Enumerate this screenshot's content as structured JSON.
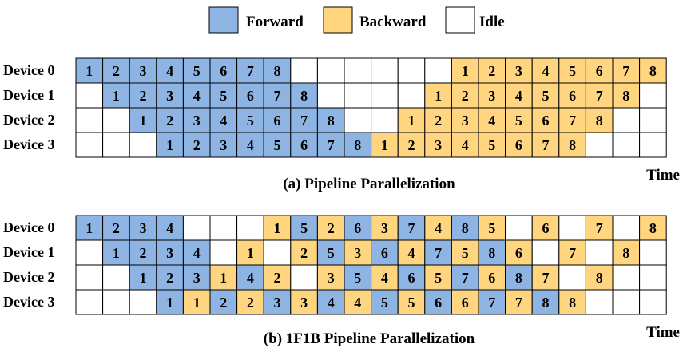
{
  "legend": [
    {
      "label": "Forward",
      "color": "#8EB4E3"
    },
    {
      "label": "Backward",
      "color": "#FFD580"
    },
    {
      "label": "Idle",
      "color": "#FFFFFF"
    }
  ],
  "time_label": "Time",
  "panels": [
    {
      "caption": "(a) Pipeline Parallelization",
      "rows": [
        {
          "device": "Device 0",
          "cells": [
            "F1",
            "F2",
            "F3",
            "F4",
            "F5",
            "F6",
            "F7",
            "F8",
            "",
            "",
            "",
            "",
            "",
            "",
            "B1",
            "B2",
            "B3",
            "B4",
            "B5",
            "B6",
            "B7",
            "B8"
          ]
        },
        {
          "device": "Device 1",
          "cells": [
            "",
            "F1",
            "F2",
            "F3",
            "F4",
            "F5",
            "F6",
            "F7",
            "F8",
            "",
            "",
            "",
            "",
            "B1",
            "B2",
            "B3",
            "B4",
            "B5",
            "B6",
            "B7",
            "B8",
            ""
          ]
        },
        {
          "device": "Device 2",
          "cells": [
            "",
            "",
            "F1",
            "F2",
            "F3",
            "F4",
            "F5",
            "F6",
            "F7",
            "F8",
            "",
            "",
            "B1",
            "B2",
            "B3",
            "B4",
            "B5",
            "B6",
            "B7",
            "B8",
            "",
            ""
          ]
        },
        {
          "device": "Device 3",
          "cells": [
            "",
            "",
            "",
            "F1",
            "F2",
            "F3",
            "F4",
            "F5",
            "F6",
            "F7",
            "F8",
            "B1",
            "B2",
            "B3",
            "B4",
            "B5",
            "B6",
            "B7",
            "B8",
            "",
            "",
            ""
          ]
        }
      ]
    },
    {
      "caption": "(b) 1F1B Pipeline Parallelization",
      "rows": [
        {
          "device": "Device 0",
          "cells": [
            "F1",
            "F2",
            "F3",
            "F4",
            "",
            "",
            "",
            "B1",
            "F5",
            "B2",
            "F6",
            "B3",
            "F7",
            "B4",
            "F8",
            "B5",
            "",
            "B6",
            "",
            "B7",
            "",
            "B8"
          ]
        },
        {
          "device": "Device 1",
          "cells": [
            "",
            "F1",
            "F2",
            "F3",
            "F4",
            "",
            "B1",
            "",
            "B2",
            "F5",
            "B3",
            "F6",
            "B4",
            "F7",
            "B5",
            "F8",
            "B6",
            "",
            "B7",
            "",
            "B8",
            ""
          ]
        },
        {
          "device": "Device 2",
          "cells": [
            "",
            "",
            "F1",
            "F2",
            "F3",
            "B1",
            "F4",
            "B2",
            "",
            "B3",
            "F5",
            "B4",
            "F6",
            "B5",
            "F7",
            "B6",
            "F8",
            "B7",
            "",
            "B8",
            "",
            ""
          ]
        },
        {
          "device": "Device 3",
          "cells": [
            "",
            "",
            "",
            "F1",
            "B1",
            "F2",
            "B2",
            "F3",
            "B3",
            "F4",
            "B4",
            "F5",
            "B5",
            "F6",
            "B6",
            "F7",
            "B7",
            "F8",
            "B8",
            "",
            "",
            ""
          ]
        }
      ]
    }
  ]
}
